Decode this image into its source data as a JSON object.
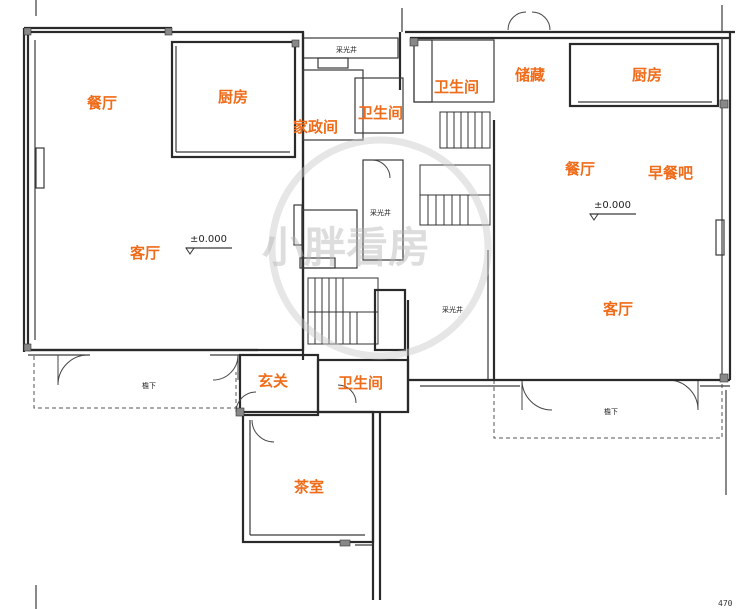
{
  "rooms": {
    "left_dining": "餐厅",
    "left_kitchen": "厨房",
    "housekeeping": "家政间",
    "center_bath_top": "卫生间",
    "left_living": "客厅",
    "foyer": "玄关",
    "center_bath_bottom": "卫生间",
    "tea_room": "茶室",
    "right_bath": "卫生间",
    "storage": "储藏",
    "right_kitchen": "厨房",
    "right_dining": "餐厅",
    "breakfast_bar": "早餐吧",
    "right_living": "客厅"
  },
  "small_labels": {
    "shaft_top": "采光井",
    "shaft_mid": "采光井",
    "shaft_right": "采光井",
    "eave_left": "檐下",
    "eave_right": "檐下"
  },
  "levels": {
    "left": "±0.000",
    "right": "±0.000"
  },
  "edge_text": "470",
  "watermark": {
    "text": "小胖看房",
    "color": "#c8c8c8"
  },
  "colors": {
    "label": "#ef6c1a",
    "wall": "#2a2a2a"
  }
}
